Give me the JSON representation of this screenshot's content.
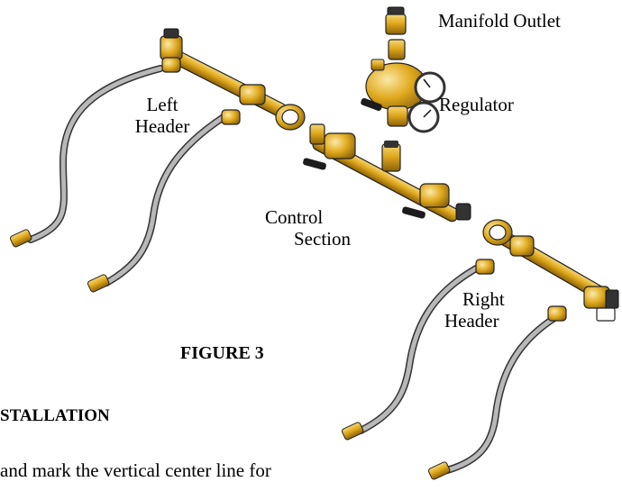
{
  "labels": {
    "manifold_outlet": "Manifold Outlet",
    "regulator": "Regulator",
    "left_header_line1": "Left",
    "left_header_line2": "Header",
    "control_section_line1": "Control",
    "control_section_line2": "Section",
    "right_header_line1": "Right",
    "right_header_line2": "Header",
    "figure_caption": "FIGURE 3"
  },
  "body_text": {
    "section_heading_fragment": "STALLATION",
    "paragraph_fragment": "and mark the vertical center line for"
  },
  "colors": {
    "brass": "#e0a91d",
    "brass_dark": "#9a6d08",
    "brass_light": "#f4d070",
    "hose": "#9a9a9a",
    "outline": "#111111",
    "valve_handle": "#1c1c1c",
    "gauge_face": "#ffffff"
  },
  "icons": [
    "regulator-gauge-icon",
    "valve-handle-icon",
    "hose-icon",
    "fitting-icon"
  ]
}
